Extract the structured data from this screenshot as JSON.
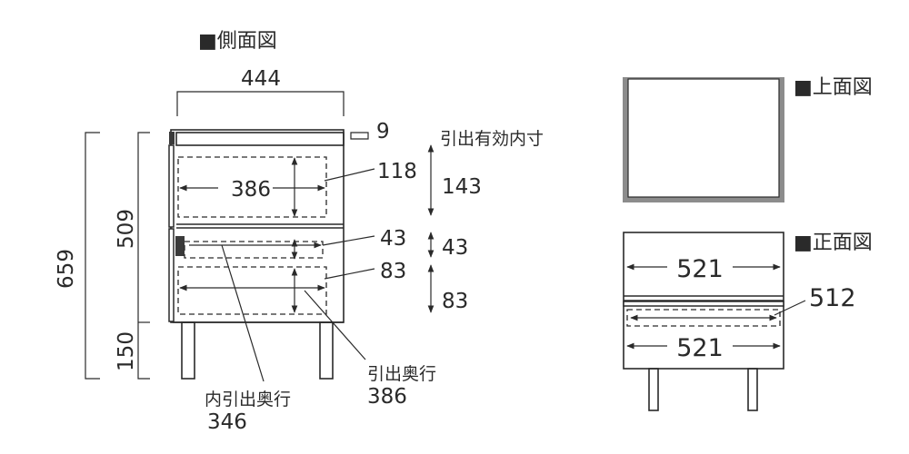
{
  "side_view": {
    "title": "■側面図",
    "depth_top": "444",
    "top_thickness": "9",
    "drawer1_depth": "386",
    "drawer1_inner_height": "118",
    "drawer2_inner_height": "43",
    "drawer3_inner_height": "83",
    "body_height": "509",
    "total_height": "659",
    "leg_height": "150",
    "inner_depth_label": "内引出奥行",
    "inner_depth_value": "346",
    "drawer_depth_label": "引出奥行",
    "drawer_depth_value": "386",
    "effective_title": "引出有効内寸",
    "effective_1": "143",
    "effective_2": "43",
    "effective_3": "83"
  },
  "top_view": {
    "title": "■上面図"
  },
  "front_view": {
    "title": "■正面図",
    "width_top": "521",
    "inner_width": "512",
    "width_bottom": "521"
  },
  "colors": {
    "line": "#2a2a2a",
    "panel_gray": "#8c8c8c",
    "background": "#ffffff"
  }
}
